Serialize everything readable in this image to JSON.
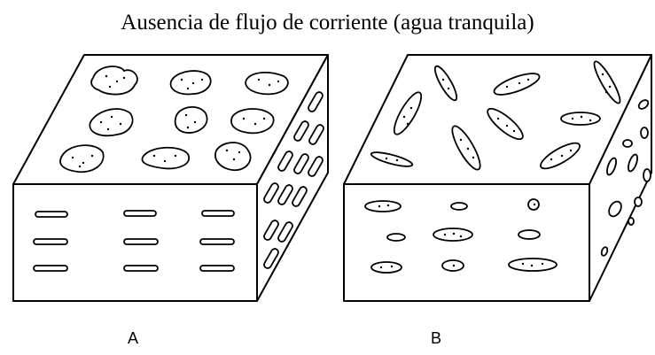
{
  "title": "Ausencia de flujo de corriente (agua tranquila)",
  "panels": [
    {
      "label": "A"
    },
    {
      "label": "B"
    }
  ]
}
